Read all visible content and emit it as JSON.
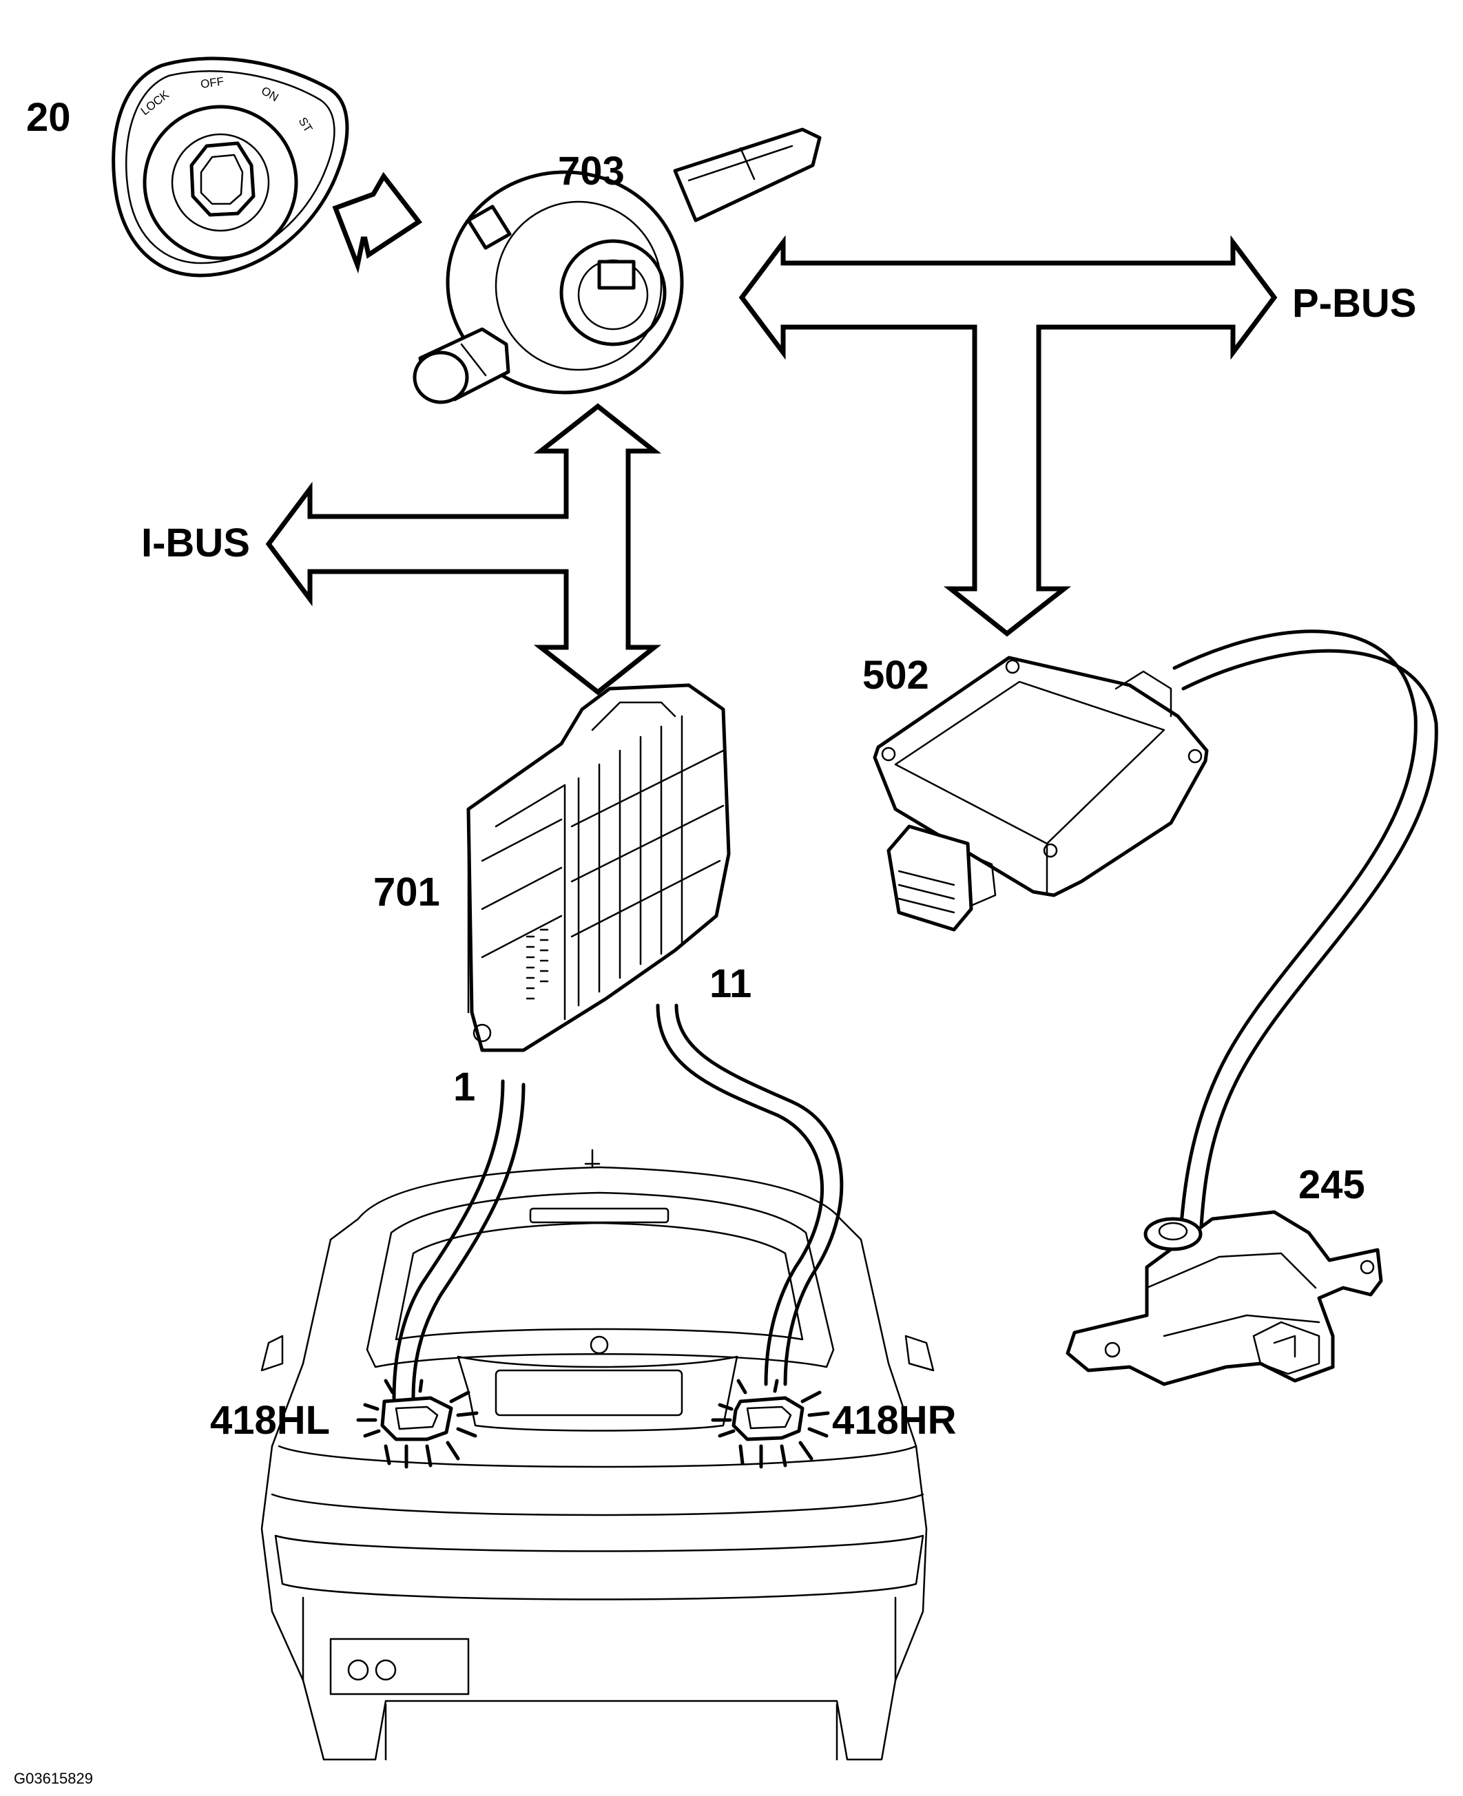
{
  "labels": {
    "ignition_switch": "20",
    "steering_module": "703",
    "central_module": "701",
    "control_unit": "502",
    "gear_sensor": "245",
    "p_bus": "P-BUS",
    "i_bus": "I-BUS",
    "pin_1": "1",
    "pin_11": "11",
    "lamp_left": "418HL",
    "lamp_right": "418HR",
    "figure_code": "G03615829"
  },
  "ignition_positions": {
    "lock": "LOCK",
    "off": "OFF",
    "on": "ON",
    "start": "ST"
  }
}
